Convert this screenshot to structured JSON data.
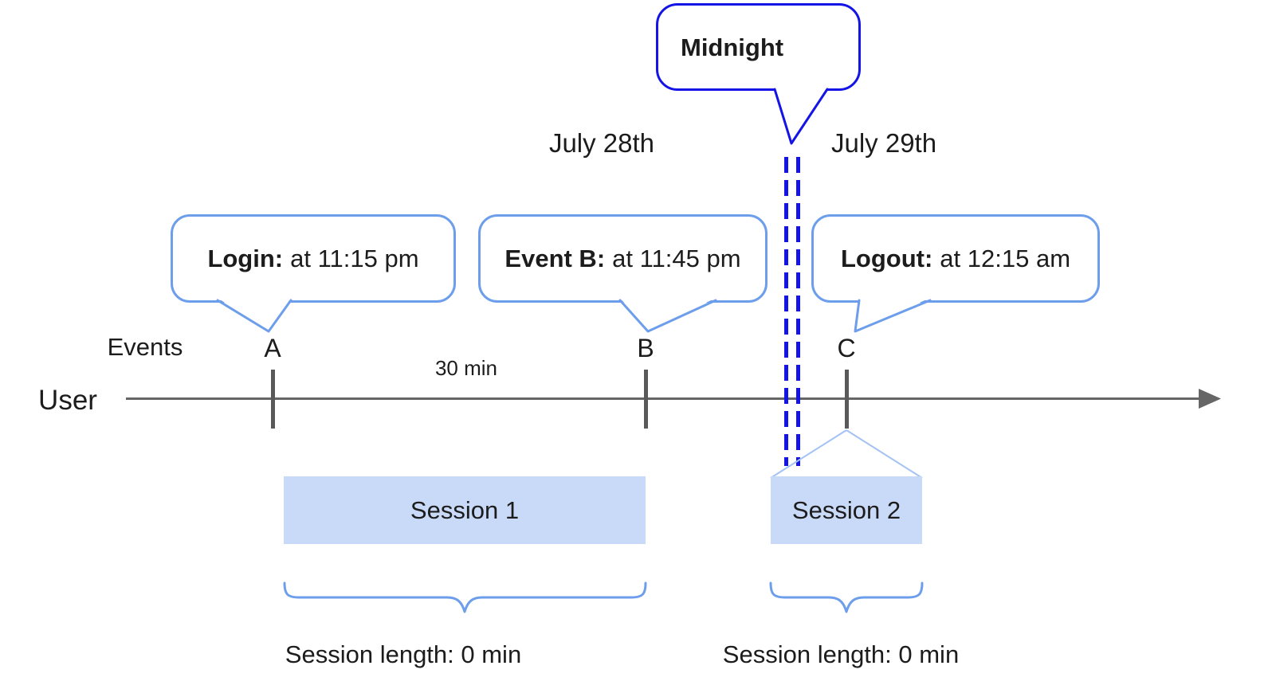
{
  "colors": {
    "strong-blue": "#1414e6",
    "callout-blue": "#6d9eeb",
    "session-fill": "#c9daf8",
    "expansion-blue": "#a4c2f4",
    "axis-gray": "#666666",
    "tick-gray": "#595959",
    "text-black": "#1c1c1c"
  },
  "dates": {
    "before_midnight": "July 28th",
    "after_midnight": "July 29th"
  },
  "midnight_callout": {
    "label": "Midnight"
  },
  "timeline": {
    "axis_label": "User",
    "events_label": "Events",
    "interval_label": "30 min"
  },
  "event_callouts": [
    {
      "name": "Login:",
      "time": "at 11:15 pm",
      "marker": "A"
    },
    {
      "name": "Event B:",
      "time": "at 11:45 pm",
      "marker": "B"
    },
    {
      "name": "Logout:",
      "time": "at 12:15 am",
      "marker": "C"
    }
  ],
  "sessions": [
    {
      "label": "Session 1",
      "length": "Session length: 0 min"
    },
    {
      "label": "Session 2",
      "length": "Session length: 0 min"
    }
  ]
}
